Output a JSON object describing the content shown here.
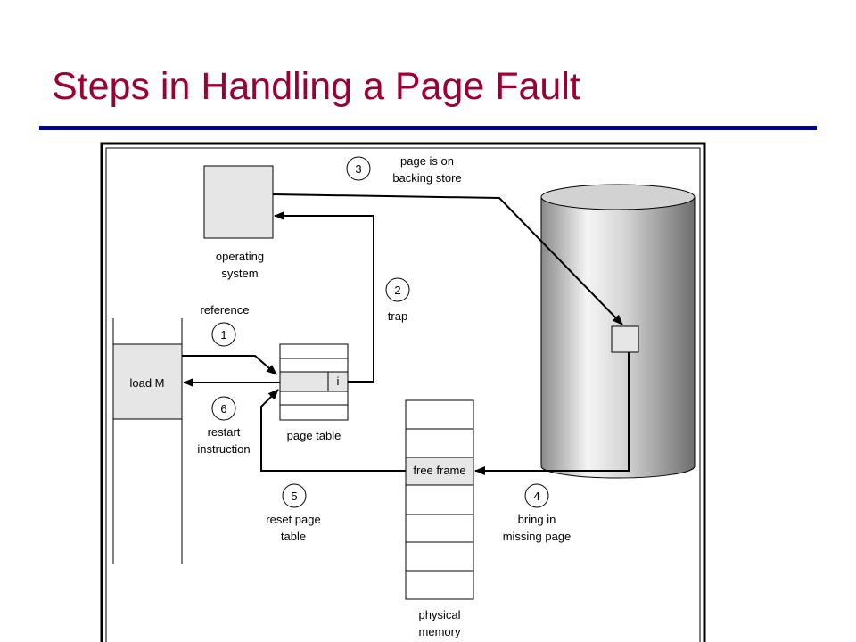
{
  "slide": {
    "title": "Steps in Handling a Page Fault",
    "colors": {
      "title": "#990033",
      "rule": "#000099",
      "box_fill": "#e6e6e6"
    }
  },
  "diagram": {
    "labels": {
      "operating_system_line1": "operating",
      "operating_system_line2": "system",
      "page_table": "page table",
      "invalid_bit": "i",
      "load_instruction": "load M",
      "free_frame": "free frame",
      "physical_memory_line1": "physical",
      "physical_memory_line2": "memory"
    },
    "steps": [
      {
        "number": "1",
        "line1": "reference",
        "line2": ""
      },
      {
        "number": "2",
        "line1": "trap",
        "line2": ""
      },
      {
        "number": "3",
        "line1": "page is on",
        "line2": "backing store"
      },
      {
        "number": "4",
        "line1": "bring in",
        "line2": "missing page"
      },
      {
        "number": "5",
        "line1": "reset page",
        "line2": "table"
      },
      {
        "number": "6",
        "line1": "restart",
        "line2": "instruction"
      }
    ]
  }
}
